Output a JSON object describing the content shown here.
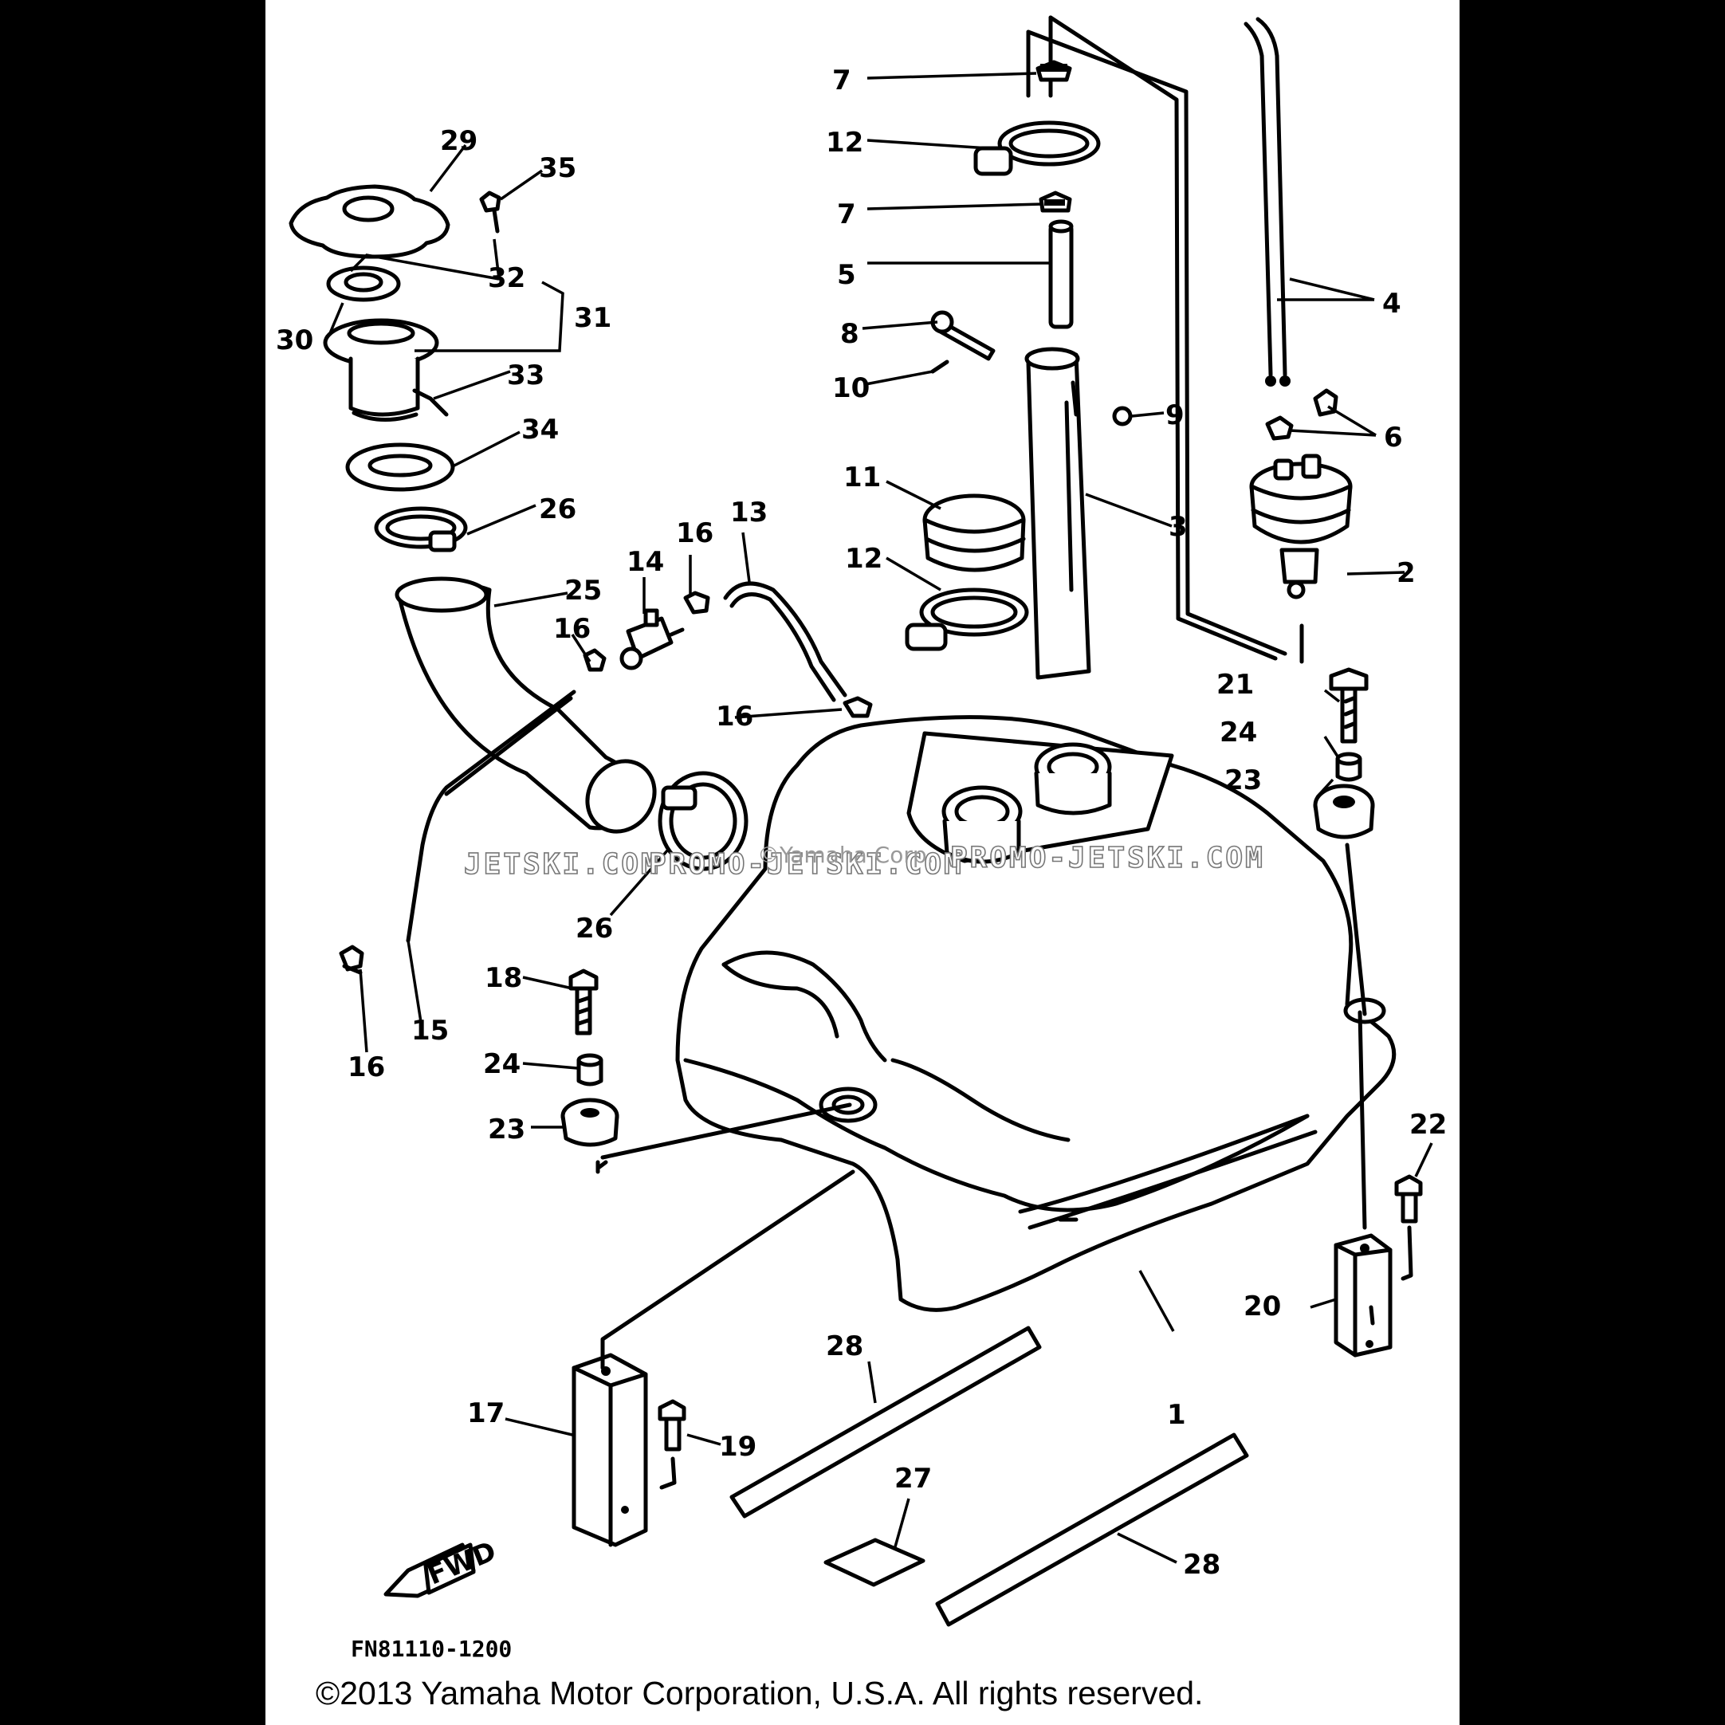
{
  "diagram": {
    "callouts": [
      "1",
      "2",
      "3",
      "4",
      "5",
      "6",
      "7",
      "7",
      "8",
      "9",
      "10",
      "11",
      "12",
      "12",
      "13",
      "14",
      "15",
      "16",
      "16",
      "16",
      "16",
      "17",
      "18",
      "19",
      "20",
      "21",
      "22",
      "23",
      "23",
      "24",
      "24",
      "25",
      "26",
      "26",
      "27",
      "28",
      "28",
      "29",
      "30",
      "31",
      "32",
      "33",
      "34",
      "35"
    ],
    "fwd_label": "FWD",
    "drawing_code": "FN81110-1200",
    "watermarks": [
      "JETSKI.COM",
      "PROMO-JETSKI.COM",
      "PROMO-JETSKI.COM"
    ],
    "watermark_small": "©Yamaha Corp.",
    "copyright": "©2013 Yamaha Motor Corporation, U.S.A. All rights reserved."
  }
}
